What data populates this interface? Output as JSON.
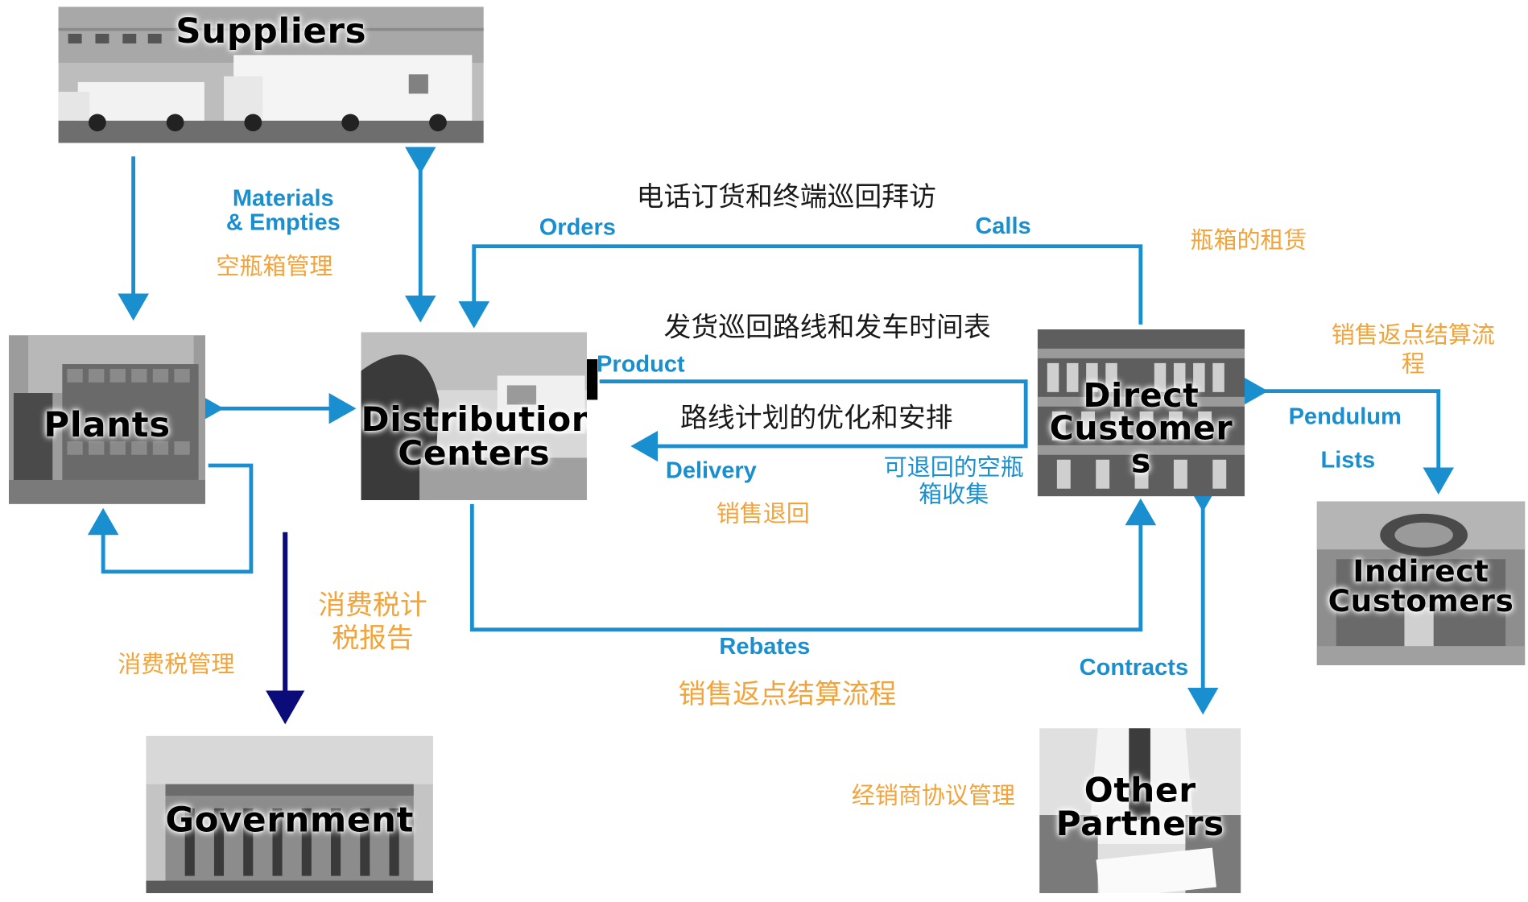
{
  "nodes": {
    "suppliers": "Suppliers",
    "plants": "Plants",
    "distribution_centers": "Distribution\nCenters",
    "direct_customers": "Direct\nCustomer\ns",
    "indirect_customers": "Indirect\nCustomers",
    "government": "Government",
    "other_partners": "Other\nPartners"
  },
  "labels": {
    "materials_empties": "Materials\n& Empties",
    "empties_mgmt": "空瓶箱管理",
    "phone_orders": "电话订货和终端巡回拜访",
    "orders": "Orders",
    "calls": "Calls",
    "crate_lease": "瓶箱的租赁",
    "delivery_route": "发货巡回路线和发车时间表",
    "product": "Product",
    "route_plan": "路线计划的优化和安排",
    "delivery": "Delivery",
    "returnable_collect": "可退回的空瓶\n箱收集",
    "sales_return": "销售退回",
    "rebate_flow_right": "销售返点结算流\n程",
    "pendulum": "Pendulum",
    "lists": "Lists",
    "excise_report": "消费税计\n税报告",
    "excise_mgmt": "消费税管理",
    "rebates": "Rebates",
    "rebate_flow_bottom": "销售返点结算流程",
    "contracts": "Contracts",
    "dealer_agreement": "经销商协议管理"
  },
  "colors": {
    "flow_arrow": "#1a8fd0",
    "tax_arrow": "#0b0b7a",
    "english_label": "#1a8fd0",
    "chinese_label": "#f2a33a"
  }
}
